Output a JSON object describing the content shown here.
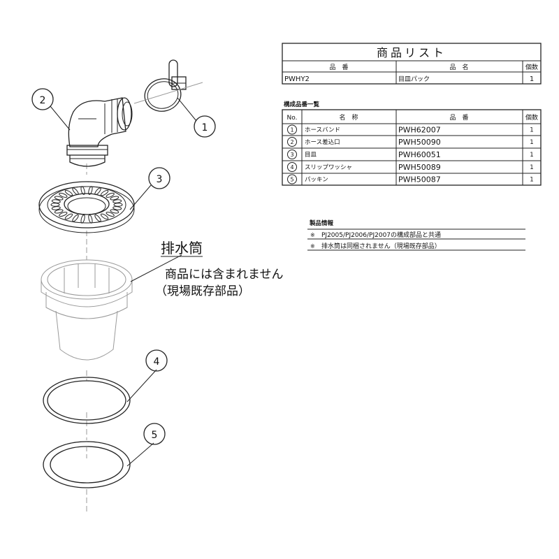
{
  "product_list": {
    "title": "商品リスト",
    "headers": {
      "code": "品　番",
      "name": "品　名",
      "qty": "個数"
    },
    "row": {
      "code": "PWHY2",
      "name": "目皿パック",
      "qty": "1"
    }
  },
  "components": {
    "caption": "構成品番一覧",
    "headers": {
      "no": "No.",
      "name": "名　称",
      "code": "品　番",
      "qty": "個数"
    },
    "rows": [
      {
        "no": "1",
        "name": "ホースバンド",
        "code": "PWH62007",
        "qty": "1"
      },
      {
        "no": "2",
        "name": "ホース差込口",
        "code": "PWH50090",
        "qty": "1"
      },
      {
        "no": "3",
        "name": "目皿",
        "code": "PWH60051",
        "qty": "1"
      },
      {
        "no": "4",
        "name": "スリップワッシャ",
        "code": "PWH50089",
        "qty": "1"
      },
      {
        "no": "5",
        "name": "パッキン",
        "code": "PWH50087",
        "qty": "1"
      }
    ]
  },
  "product_info": {
    "caption": "製品情報",
    "mark": "※",
    "notes": [
      "PJ2005/PJ2006/PJ2007の構成部品と共通",
      "排水筒は同梱されません（現場既存部品）"
    ]
  },
  "drawing": {
    "callouts": [
      "1",
      "2",
      "3",
      "4",
      "5"
    ],
    "drain_pipe_label": "排水筒",
    "drain_pipe_note_1": "商品には含まれません",
    "drain_pipe_note_2": "（現場既存部品）"
  }
}
